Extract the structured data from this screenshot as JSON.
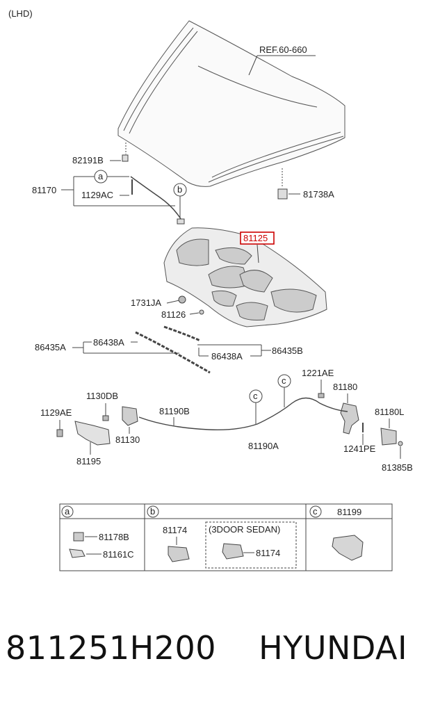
{
  "header": {
    "variant_label": "(LHD)"
  },
  "ref_label": "REF.60-660",
  "parts": {
    "p82191B": "82191B",
    "p81170": "81170",
    "p1129AC": "1129AC",
    "p81738A": "81738A",
    "p81125": "81125",
    "p1731JA": "1731JA",
    "p81126": "81126",
    "p86435A": "86435A",
    "p86438A_top": "86438A",
    "p86438A_bot": "86438A",
    "p86435B": "86435B",
    "p1221AE": "1221AE",
    "p81180": "81180",
    "p81180L": "81180L",
    "p1241PE": "1241PE",
    "p81385B": "81385B",
    "p1130DB": "1130DB",
    "p81190B": "81190B",
    "p1129AE": "1129AE",
    "p81130": "81130",
    "p81195": "81195",
    "p81190A": "81190A"
  },
  "callouts": {
    "a": "a",
    "b": "b",
    "c": "c"
  },
  "legend": {
    "a_head": "a",
    "b_head": "b",
    "c_head": "c",
    "c_part": "81199",
    "a_part1": "81178B",
    "a_part2": "81161C",
    "b_part1": "81174",
    "b_sub_title": "(3DOOR SEDAN)",
    "b_part2": "81174"
  },
  "footer": {
    "part_number": "811251H200",
    "brand": "HYUNDAI"
  },
  "colors": {
    "highlight": "#cc0000",
    "line": "#444444"
  }
}
